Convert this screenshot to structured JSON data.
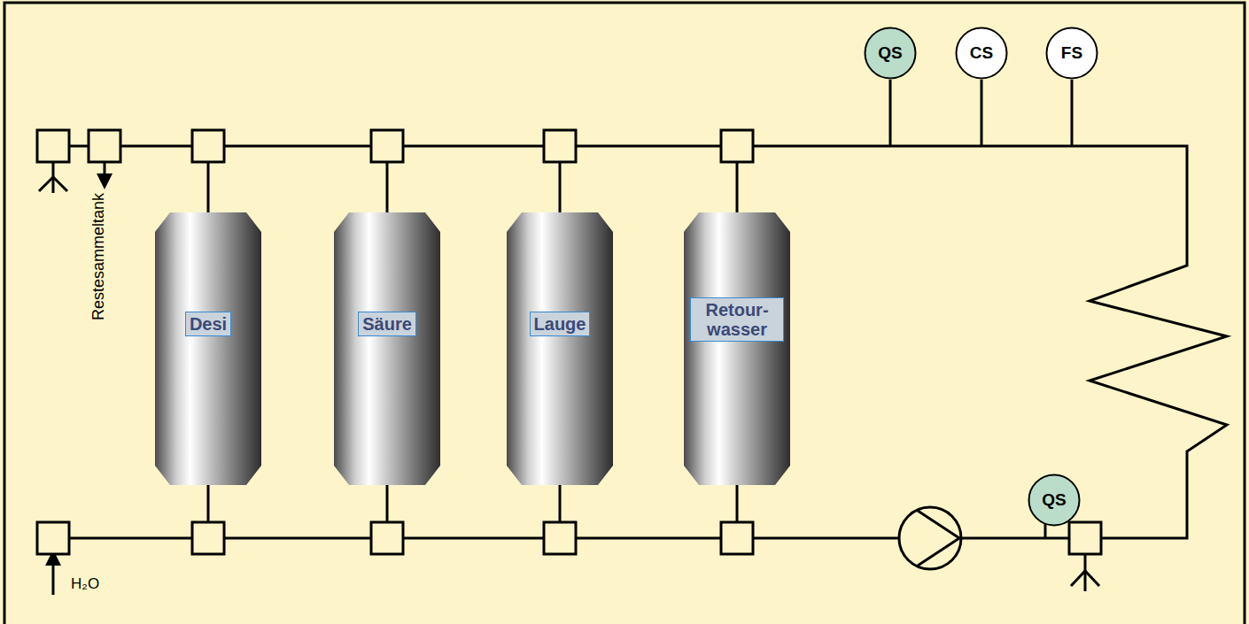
{
  "diagram": {
    "nodes": [
      {
        "text": [
          "Desi"
        ]
      },
      {
        "text": [
          "Säure"
        ]
      },
      {
        "text": [
          "Lauge"
        ]
      },
      {
        "text": [
          "Retour- wasser"
        ]
      },
      {
        "text": [
          "QS"
        ]
      },
      {
        "text": [
          "CS"
        ]
      },
      {
        "text": [
          "FS"
        ]
      },
      {
        "text": [
          "QS"
        ]
      }
    ],
    "labels": [
      "Restesammeltank",
      "H₂O"
    ]
  }
}
